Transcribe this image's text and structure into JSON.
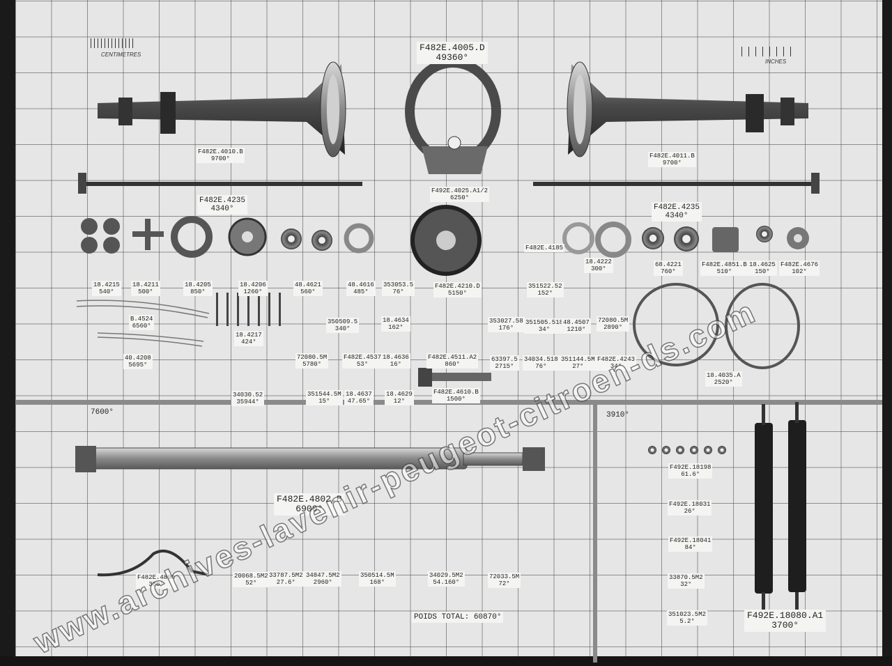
{
  "board": {
    "ruler_left_label": "CENTIMETRES",
    "ruler_right_label": "INCHES",
    "watermark": "www.archives-lavenir-peugeot-citroen-ds.com"
  },
  "labels": {
    "housing": {
      "ref": "F482E.4005.D",
      "weight": "49360°"
    },
    "tube_left": {
      "ref": "F482E.4010.B",
      "weight": "9700°"
    },
    "tube_right": {
      "ref": "F482E.4011.B",
      "weight": "9700°"
    },
    "shaft_left": {
      "ref": "F482E.4235",
      "weight": "4340°"
    },
    "shaft_right": {
      "ref": "F482E.4235",
      "weight": "4340°"
    },
    "cover": {
      "ref": "F492E.4025.A1/2",
      "weight": "6250°"
    },
    "p_184215": {
      "ref": "18.4215",
      "weight": "540°"
    },
    "p_184211": {
      "ref": "18.4211",
      "weight": "500°"
    },
    "p_184205": {
      "ref": "18.4205",
      "weight": "850°"
    },
    "p_184206": {
      "ref": "18.4206",
      "weight": "1260°"
    },
    "p_484621": {
      "ref": "48.4621",
      "weight": "560°"
    },
    "p_484616": {
      "ref": "48.4616",
      "weight": "485°"
    },
    "p_353053": {
      "ref": "353053.5",
      "weight": "76°"
    },
    "p_ring": {
      "ref": "F482E.4210.D",
      "weight": "5150°"
    },
    "p_4185": {
      "ref": "F482E.4185",
      "weight": ""
    },
    "p_351522": {
      "ref": "351522.52",
      "weight": "152°"
    },
    "p_184222": {
      "ref": "18.4222",
      "weight": "300°"
    },
    "p_684221": {
      "ref": "68.4221",
      "weight": "760°"
    },
    "p_48518": {
      "ref": "F482E.4851.B",
      "weight": "510°"
    },
    "p_184625": {
      "ref": "18.4625",
      "weight": "150°"
    },
    "p_4676": {
      "ref": "F482E.4676",
      "weight": "102°"
    },
    "p_b4524": {
      "ref": "B.4524",
      "weight": "6560°"
    },
    "p_184217": {
      "ref": "18.4217",
      "weight": "424°"
    },
    "p_350509": {
      "ref": "350509.5",
      "weight": "340°"
    },
    "p_184634": {
      "ref": "18.4634",
      "weight": "162°"
    },
    "p_404208": {
      "ref": "40.4208",
      "weight": "5695°"
    },
    "p_72080a": {
      "ref": "72080.5M",
      "weight": "5780°"
    },
    "p_4537": {
      "ref": "F482E.4537",
      "weight": "53°"
    },
    "p_184636": {
      "ref": "18.4636",
      "weight": "16°"
    },
    "p_4511": {
      "ref": "F482E.4511.A2",
      "weight": "860°"
    },
    "p_353027": {
      "ref": "353027.58",
      "weight": "176°"
    },
    "p_351505": {
      "ref": "351505.518",
      "weight": "34°"
    },
    "p_484507": {
      "ref": "48.4507",
      "weight": "1210°"
    },
    "p_72080b": {
      "ref": "72080.5M",
      "weight": "2890°"
    },
    "p_63397": {
      "ref": "63397.5",
      "weight": "2715°"
    },
    "p_34034": {
      "ref": "34034.518",
      "weight": "76°"
    },
    "p_351144": {
      "ref": "351144.5M",
      "weight": "27°"
    },
    "p_4243": {
      "ref": "F482E.4243",
      "weight": "34°"
    },
    "p_34030": {
      "ref": "34030.52",
      "weight": "35944°"
    },
    "p_351544": {
      "ref": "351544.5M",
      "weight": "15°"
    },
    "p_184637": {
      "ref": "18.4637",
      "weight": "47.65°"
    },
    "p_184629": {
      "ref": "18.4629",
      "weight": "12°"
    },
    "p_4610": {
      "ref": "F482E.4610.B",
      "weight": "1500°"
    },
    "p_184035": {
      "ref": "18.4035.A",
      "weight": "2520°"
    },
    "section_left": "7600°",
    "section_right": "3910°",
    "prop_shaft": {
      "ref": "F482E.4802.B",
      "weight": "6900°"
    },
    "p_4890": {
      "ref": "F482E.4890",
      "weight": "380°"
    },
    "p_20068": {
      "ref": "20068.5M2",
      "weight": "52°"
    },
    "p_33787": {
      "ref": "33787.5M2",
      "weight": "27.6°"
    },
    "p_34847": {
      "ref": "34847.5M2",
      "weight": "2960°"
    },
    "p_350514": {
      "ref": "350514.5M",
      "weight": "168°"
    },
    "p_34029": {
      "ref": "34029.5M2",
      "weight": "54.160°"
    },
    "p_72033": {
      "ref": "72033.5M",
      "weight": "72°"
    },
    "total": "POIDS TOTAL: 60870°",
    "p_18198": {
      "ref": "F492E.18198",
      "weight": "61.6°"
    },
    "p_18031": {
      "ref": "F492E.18031",
      "weight": "26°"
    },
    "p_18041": {
      "ref": "F492E.18041",
      "weight": "84°"
    },
    "p_33870": {
      "ref": "33870.5M2",
      "weight": "32°"
    },
    "p_351023": {
      "ref": "351023.5M2",
      "weight": "5.2°"
    },
    "shocks": {
      "ref": "F492E.18080.A1",
      "weight": "3700°"
    }
  }
}
